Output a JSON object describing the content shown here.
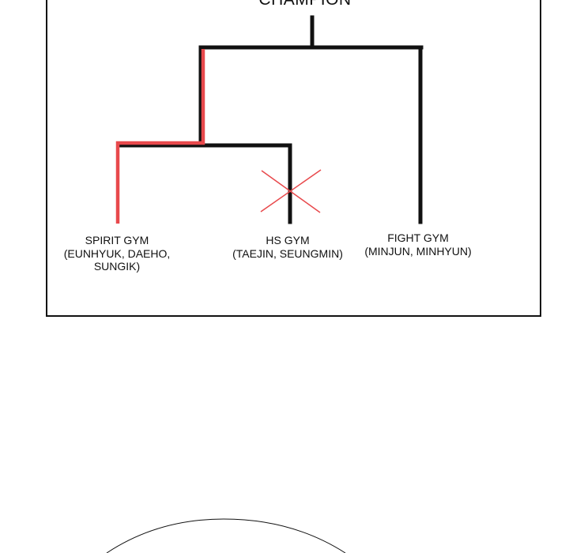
{
  "bracket": {
    "title": "CHAMPION",
    "teams": [
      {
        "name": "SPIRIT GYM",
        "members": "(EUNHYUK, DAEHO,",
        "members2": "SUNGIK)",
        "status": "advancing"
      },
      {
        "name": "HS GYM",
        "members": "(TAEJIN, SEUNGMIN)",
        "status": "eliminated"
      },
      {
        "name": "FIGHT GYM",
        "members": "(MINJUN, MINHYUN)",
        "status": "pending"
      }
    ],
    "colors": {
      "line": "#111111",
      "highlight": "#e8494c",
      "cross": "#e8494c"
    }
  }
}
